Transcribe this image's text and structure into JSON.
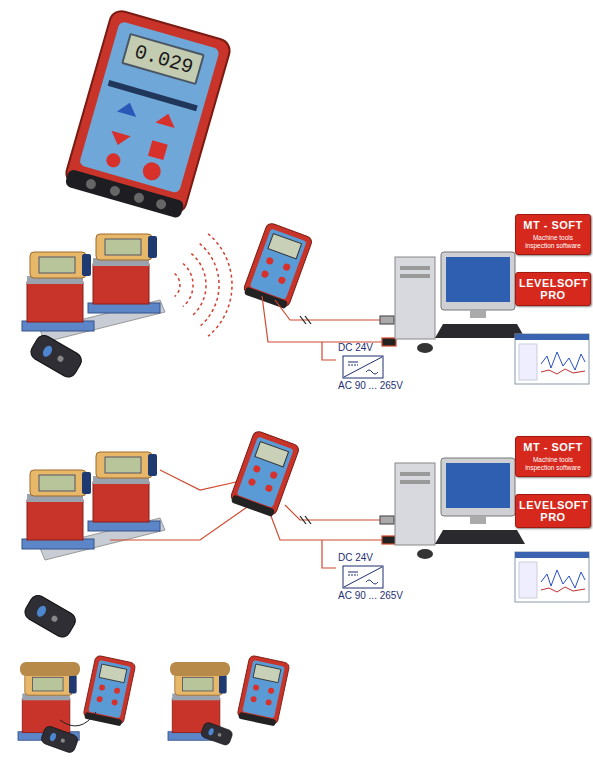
{
  "diagram": {
    "nodes": [
      {
        "text": [
          "0.029"
        ]
      },
      {
        "text": [
          "DC 24V",
          "AC 90 ... 265V"
        ]
      },
      {
        "text": [
          "MT - SOFT",
          "Machine tools inspection software"
        ]
      },
      {
        "text": [
          "LEVELSOFT PRO"
        ]
      },
      {
        "text": [
          "DC 24V",
          "AC 90 ... 265V"
        ]
      },
      {
        "text": [
          "MT - SOFT",
          "Machine tools inspection software"
        ]
      },
      {
        "text": [
          "LEVELSOFT PRO"
        ]
      }
    ]
  }
}
